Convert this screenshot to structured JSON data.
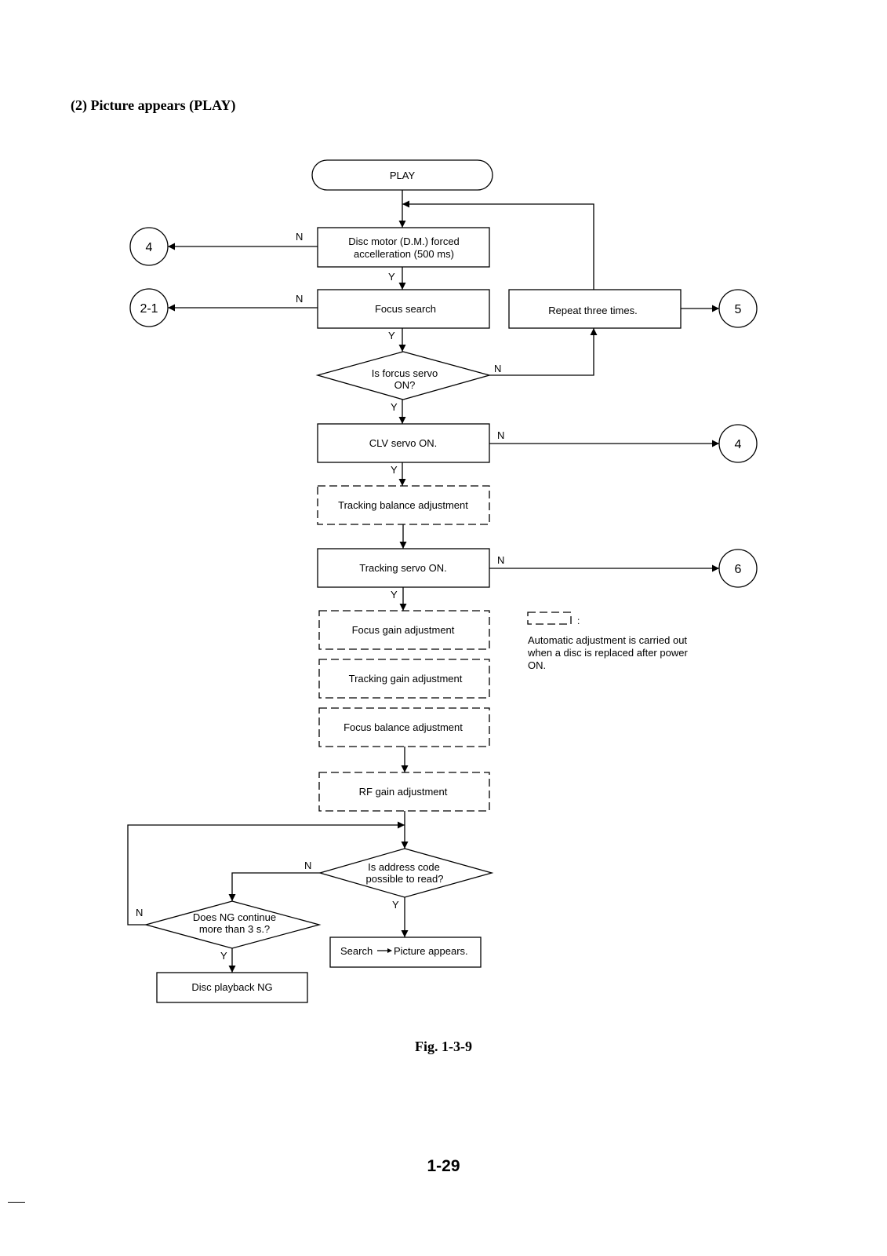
{
  "page": {
    "section_title": "(2) Picture appears (PLAY)",
    "figure_caption": "Fig. 1-3-9",
    "page_number": "1-29"
  },
  "flowchart": {
    "start": "PLAY",
    "boxes": {
      "disc_motor": [
        "Disc motor (D.M.) forced",
        "accelleration (500 ms)"
      ],
      "focus_search": "Focus search",
      "repeat": "Repeat three times.",
      "clv_servo": "CLV servo ON.",
      "tracking_balance": "Tracking balance adjustment",
      "tracking_servo": "Tracking servo ON.",
      "focus_gain": "Focus gain adjustment",
      "tracking_gain": "Tracking gain adjustment",
      "focus_balance": "Focus balance adjustment",
      "rf_gain": "RF gain adjustment",
      "search_prefix": "Search",
      "search_suffix": "Picture appears.",
      "disc_ng": "Disc playback NG"
    },
    "decisions": {
      "focus_servo": [
        "Is forcus servo",
        "ON?"
      ],
      "address_code": [
        "Is address code",
        "possible to read?"
      ],
      "ng_continue": [
        "Does NG continue",
        "more than 3 s.?"
      ]
    },
    "connectors": {
      "c4_top": "4",
      "c2_1": "2-1",
      "c5": "5",
      "c4_right": "4",
      "c6": "6"
    },
    "branch_labels": {
      "yes": "Y",
      "no": "N"
    },
    "legend": {
      "colon": ":",
      "note": "Automatic adjustment is carried out when a disc is replaced after power ON."
    }
  }
}
